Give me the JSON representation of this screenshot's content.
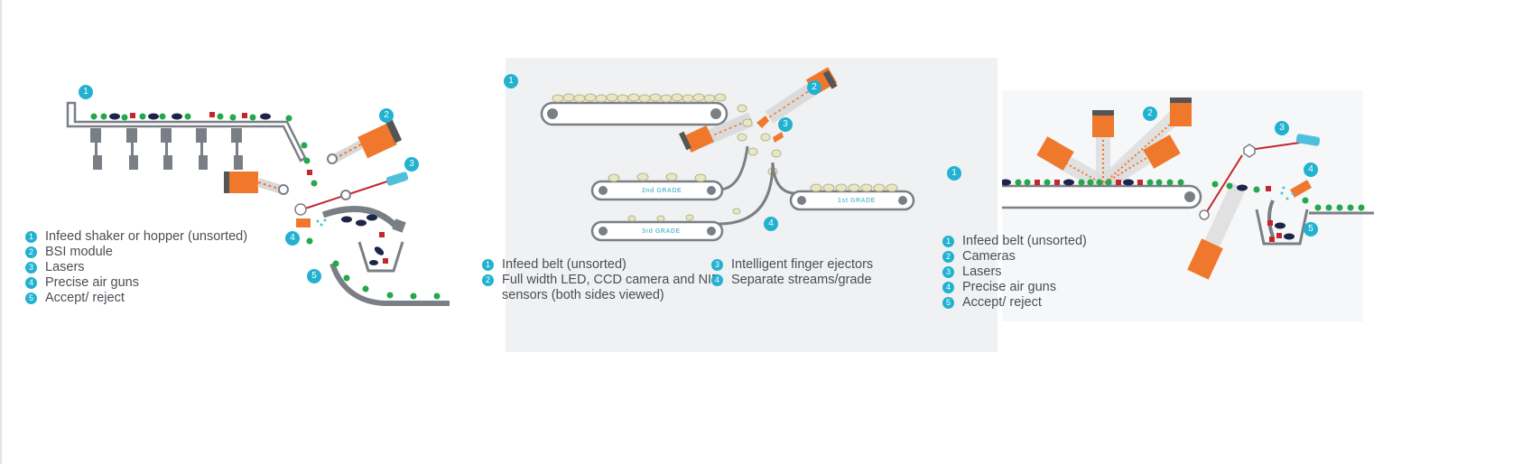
{
  "colors": {
    "accent": "#22b2d0",
    "device": "#f0782d",
    "belt": "#7a7f86",
    "good": "#23a84b",
    "defect_red": "#c4262e",
    "defect_dark": "#1d2449",
    "panel_bg": "#eff1f2"
  },
  "panel1": {
    "legend": [
      {
        "num": "1",
        "text": "Infeed shaker or hopper (unsorted)"
      },
      {
        "num": "2",
        "text": "BSI module"
      },
      {
        "num": "3",
        "text": "Lasers"
      },
      {
        "num": "4",
        "text": "Precise air guns"
      },
      {
        "num": "5",
        "text": "Accept/ reject"
      }
    ],
    "callouts": [
      "1",
      "2",
      "3",
      "4",
      "5"
    ]
  },
  "panel2": {
    "legend_left": [
      {
        "num": "1",
        "text": "Infeed belt (unsorted)"
      },
      {
        "num": "2",
        "text": "Full width LED, CCD camera and NIR"
      },
      {
        "num": "",
        "text": "sensors (both sides viewed)"
      }
    ],
    "legend_right": [
      {
        "num": "3",
        "text": "Intelligent finger ejectors"
      },
      {
        "num": "4",
        "text": "Separate streams/grade"
      }
    ],
    "callouts": [
      "1",
      "2",
      "3",
      "4"
    ],
    "grades": [
      "2nd GRADE",
      "3rd GRADE",
      "1st GRADE"
    ]
  },
  "panel3": {
    "legend": [
      {
        "num": "1",
        "text": "Infeed belt (unsorted)"
      },
      {
        "num": "2",
        "text": "Cameras"
      },
      {
        "num": "3",
        "text": "Lasers"
      },
      {
        "num": "4",
        "text": "Precise air guns"
      },
      {
        "num": "5",
        "text": "Accept/ reject"
      }
    ],
    "callouts": [
      "1",
      "2",
      "3",
      "4",
      "5"
    ]
  }
}
